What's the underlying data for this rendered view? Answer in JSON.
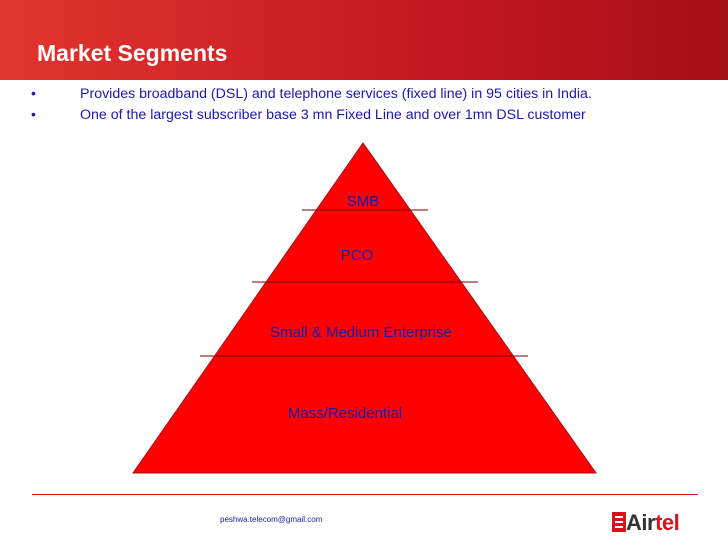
{
  "slide": {
    "title": "Market Segments",
    "bullets": [
      "Provides broadband (DSL) and telephone services (fixed line) in 95 cities in India.",
      "One of the largest subscriber base 3 mn Fixed Line and over 1mn DSL customer"
    ],
    "bullet_symbol": "•"
  },
  "pyramid": {
    "levels": [
      "SMB",
      "PCO",
      "Small & Medium Enterprise",
      "Mass/Residential"
    ],
    "fill_color": "#ff0000",
    "text_color": "#1a1aa8"
  },
  "footer": {
    "email": "peshwa.telecom@gmail.com",
    "logo_prefix": "Air",
    "logo_accent": "tel"
  }
}
